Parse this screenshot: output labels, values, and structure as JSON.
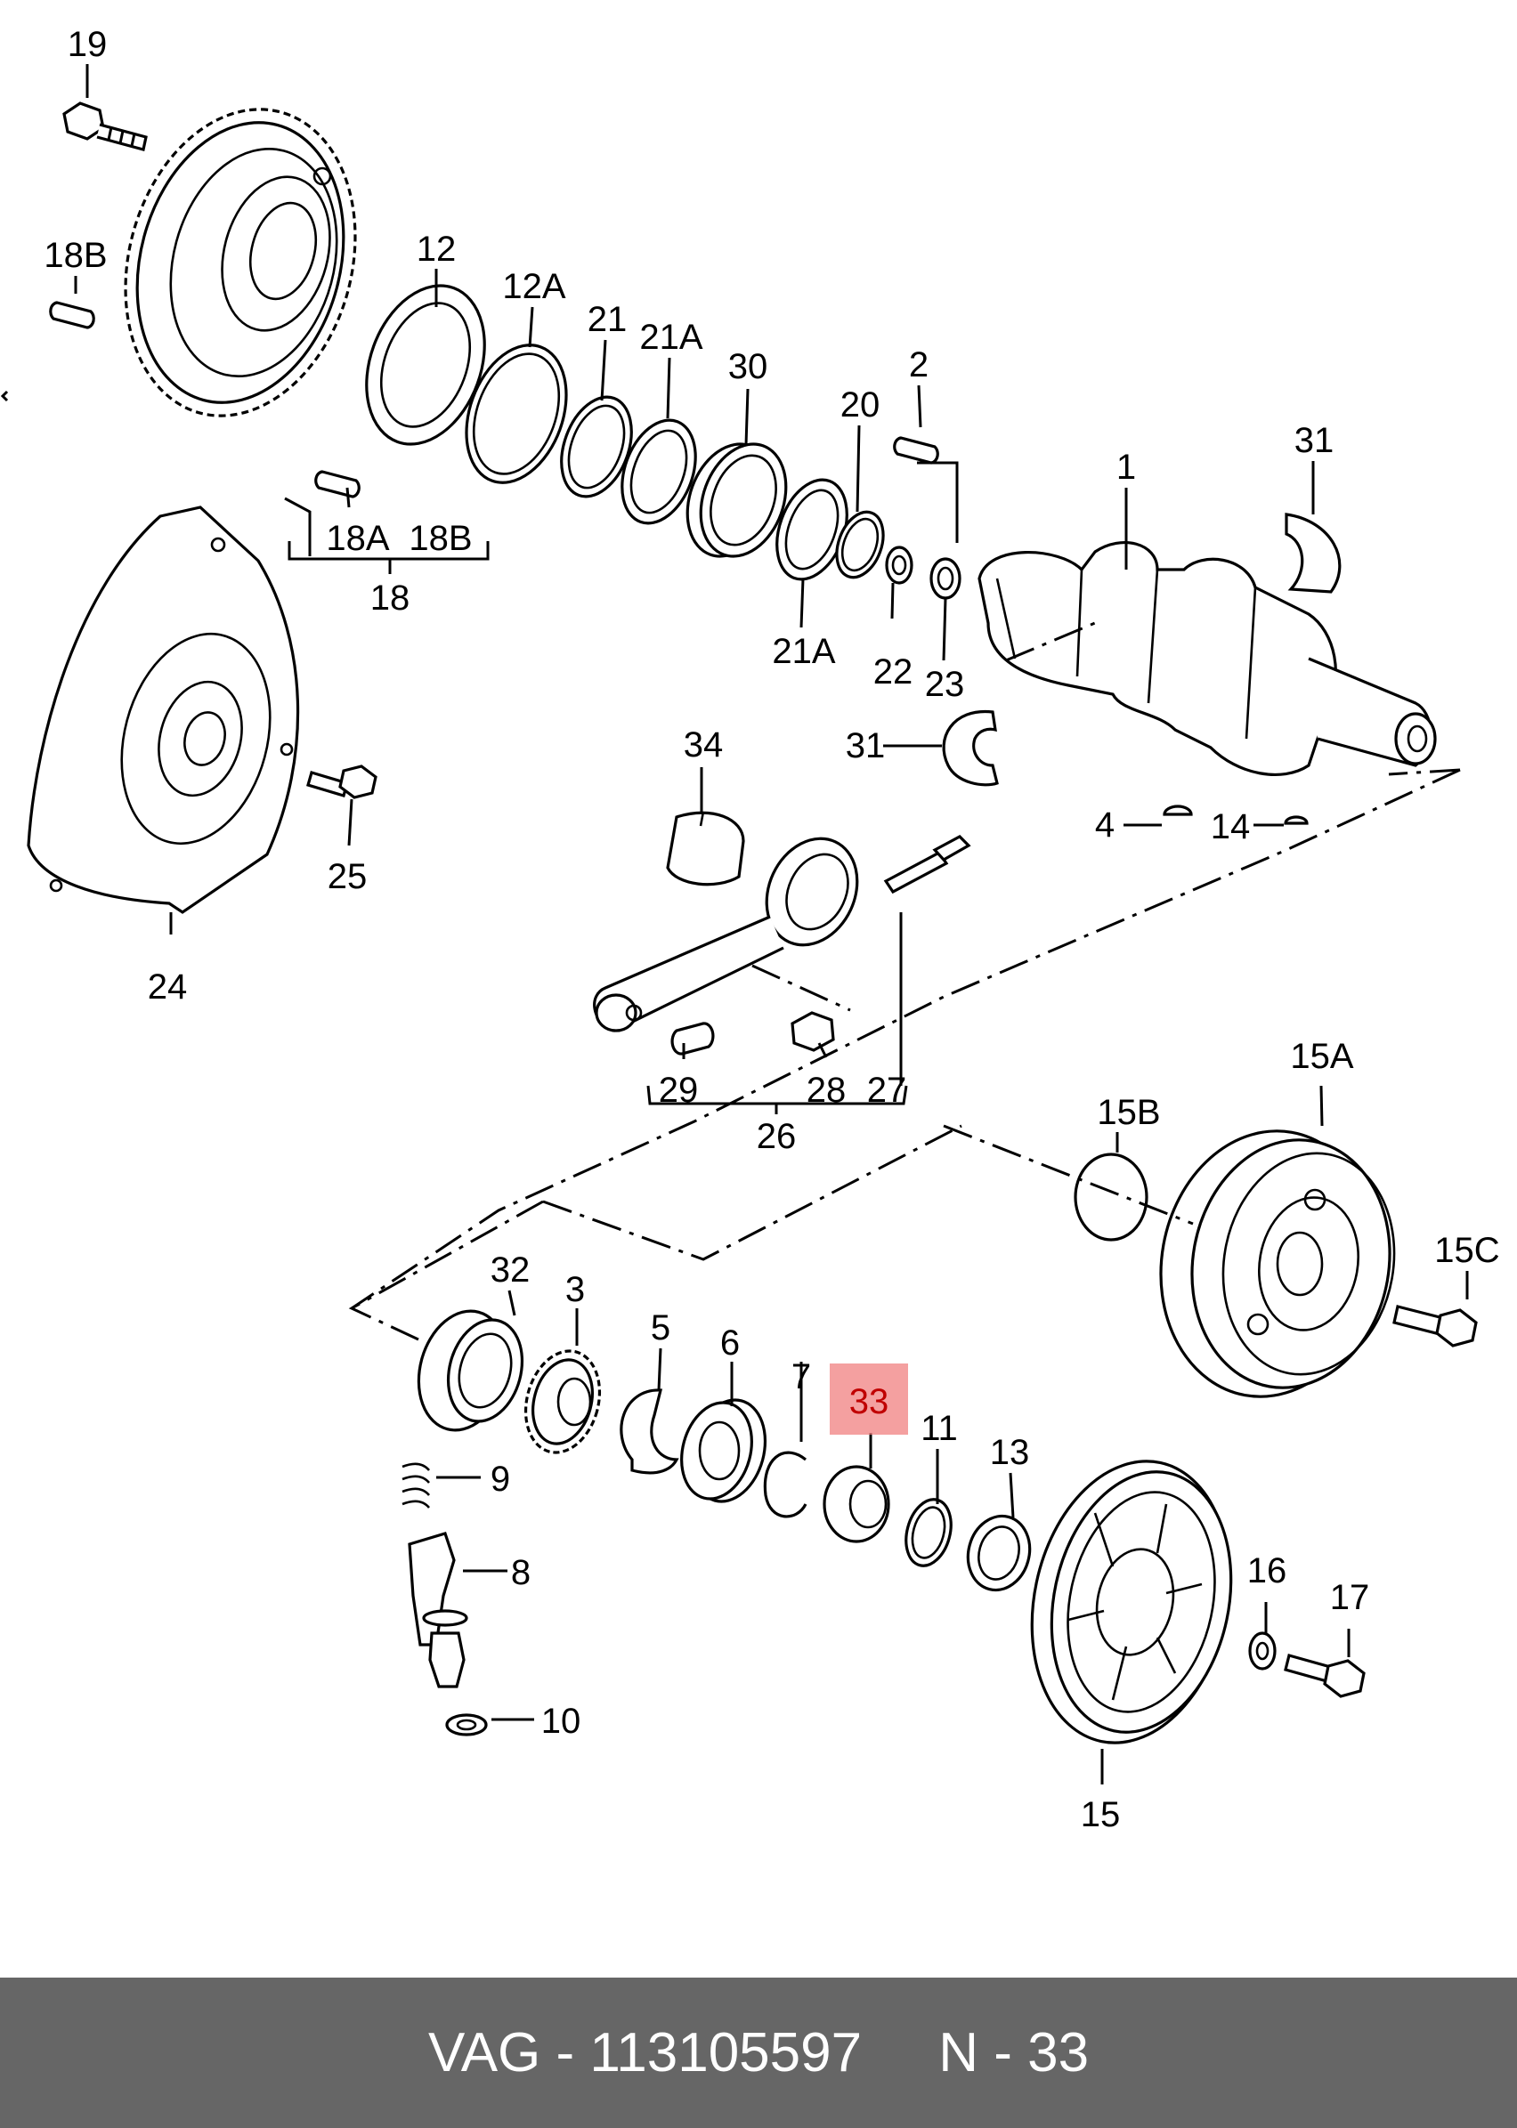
{
  "callouts": [
    "19",
    "18B",
    "18A",
    "18B",
    "18",
    "12",
    "12A",
    "21",
    "21A",
    "30",
    "2",
    "20",
    "1",
    "31",
    "21A",
    "22",
    "23",
    "31",
    "25",
    "24",
    "34",
    "4",
    "14",
    "29",
    "28",
    "27",
    "26",
    "15B",
    "15A",
    "15C",
    "32",
    "3",
    "5",
    "6",
    "7",
    "33",
    "11",
    "13",
    "9",
    "8",
    "10",
    "16",
    "17",
    "15"
  ],
  "highlight": {
    "label": "33",
    "color": "#f08080",
    "text_color": "#c00000"
  },
  "footer": {
    "brand": "VAG",
    "part_number": "113105597",
    "ref": "N - 33",
    "text": "VAG - 113105597     N - 33"
  }
}
